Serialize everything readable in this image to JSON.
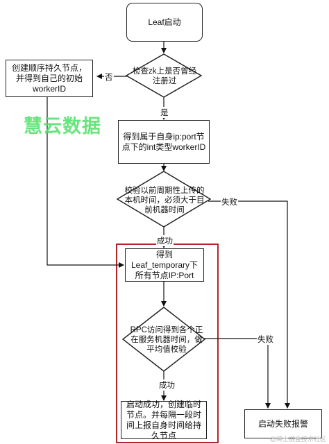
{
  "nodes": {
    "start": "Leaf启动",
    "check_zk": "检查zk上是否曾经注册过",
    "create_node": "创建顺序持久节点，并得到自己的初始workerID",
    "get_own_ip": "得到属于自身ip:port节点下的int类型workerID",
    "verify_time": "校验以前周期性上传的本机时间，必须大于目前机器时间",
    "get_temporary": "得到Leaf_temporary下所有节点IP:Port",
    "rpc_check": "RPC访问得到各个正在服务机器时间，做平均值校验",
    "start_success": "启动成功，创建临时节点。并每隔一段时间上报自身时间给持久节点",
    "start_fail": "启动失败报警"
  },
  "edges": {
    "no": "否",
    "yes": "是",
    "success_1": "成功",
    "fail_1": "失败",
    "fail_2": "失败",
    "success_2": "成功"
  },
  "watermark": "慧云数据",
  "footer": "@稀土掘金技术社区"
}
